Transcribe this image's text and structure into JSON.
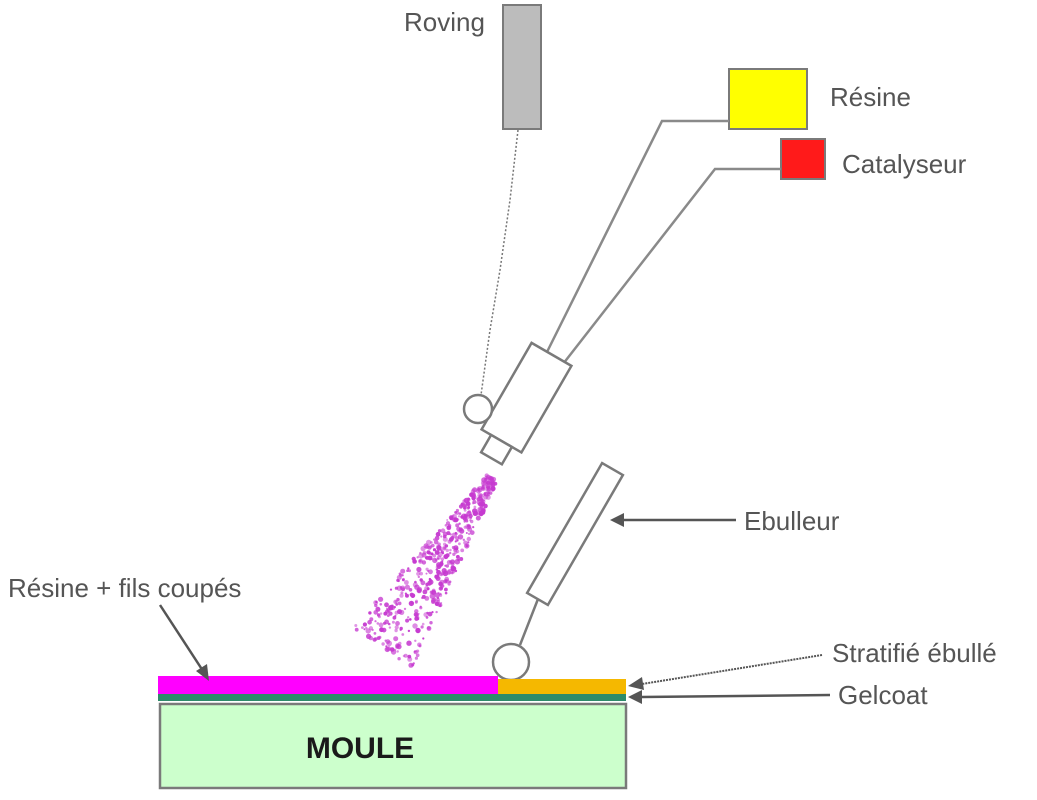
{
  "labels": {
    "roving": "Roving",
    "resine": "Résine",
    "catalyseur": "Catalyseur",
    "ebulleur": "Ebulleur",
    "resine_fils": "Résine + fils coupés",
    "stratifie": "Stratifié ébullé",
    "gelcoat": "Gelcoat",
    "moule": "MOULE"
  },
  "colors": {
    "roving_box": "#bcbcbc",
    "resine_box": "#ffff00",
    "catalyseur_box": "#ff1a1a",
    "spray": "#c63ad0",
    "resine_fils_layer": "#ff00ff",
    "stratifie_layer": "#f5b800",
    "gelcoat_layer": "#2e8b6a",
    "moule": "#ccffcc",
    "outline": "#7a7a7a"
  }
}
